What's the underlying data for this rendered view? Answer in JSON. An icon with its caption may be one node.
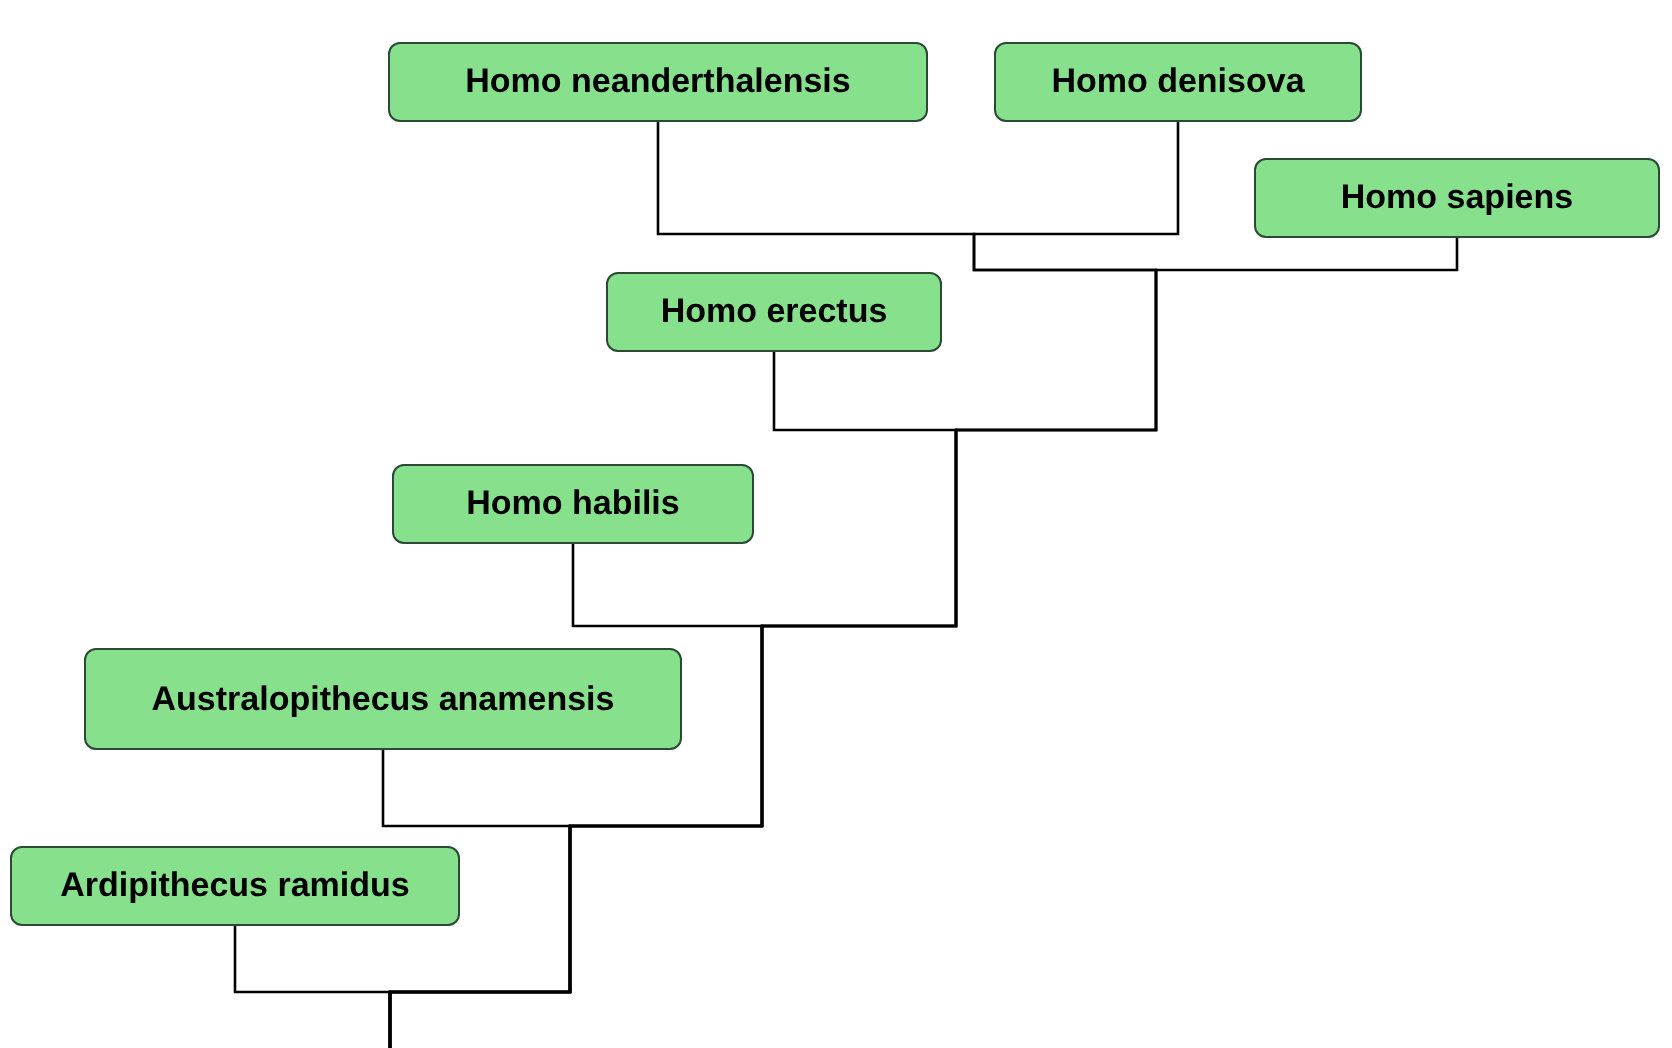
{
  "diagram": {
    "nodes": [
      {
        "text": [
          "Homo neanderthalensis"
        ]
      },
      {
        "text": [
          "Homo denisova"
        ]
      },
      {
        "text": [
          "Homo sapiens"
        ]
      },
      {
        "text": [
          "Homo erectus"
        ]
      },
      {
        "text": [
          "Homo habilis"
        ]
      },
      {
        "text": [
          "Australopithecus anamensis"
        ]
      },
      {
        "text": [
          "Ardipithecus ramidus"
        ]
      }
    ],
    "edges": [
      {
        "from": 0,
        "to": null,
        "arrow": "none"
      },
      {
        "from": 1,
        "to": null,
        "arrow": "none"
      },
      {
        "from": 2,
        "to": null,
        "arrow": "none"
      },
      {
        "from": 3,
        "to": null,
        "arrow": "none"
      },
      {
        "from": 4,
        "to": null,
        "arrow": "none"
      },
      {
        "from": 5,
        "to": null,
        "arrow": "none"
      },
      {
        "from": 6,
        "to": null,
        "arrow": "none"
      }
    ]
  }
}
